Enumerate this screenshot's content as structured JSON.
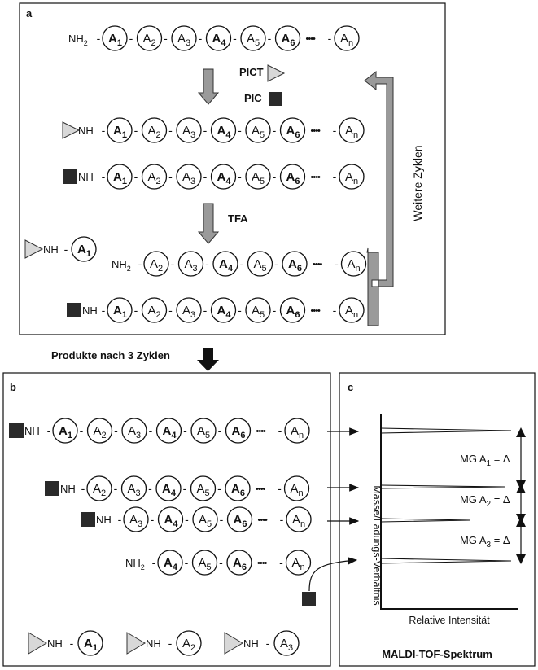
{
  "panels": {
    "a": {
      "label": "a"
    },
    "b": {
      "label": "b"
    },
    "c": {
      "label": "c"
    }
  },
  "chem": {
    "nh2": "NH",
    "nh2_sub": "2",
    "nh": "NH",
    "dash": "-",
    "dots": "••••"
  },
  "residues": {
    "A1": {
      "main": "A",
      "sub": "1"
    },
    "A2": {
      "main": "A",
      "sub": "2"
    },
    "A3": {
      "main": "A",
      "sub": "3"
    },
    "A4": {
      "main": "A",
      "sub": "4"
    },
    "A5": {
      "main": "A",
      "sub": "5"
    },
    "A6": {
      "main": "A",
      "sub": "6"
    },
    "An": {
      "main": "A",
      "sub": "n"
    }
  },
  "labels": {
    "pict": "PICT",
    "pic": "PIC",
    "tfa": "TFA",
    "weitere_zyklen": "Weitere Zyklen",
    "produkte": "Produkte nach 3 Zyklen",
    "yaxis": "Masse/Ladungs-Verhältnis",
    "xaxis": "Relative Intensität",
    "maldi": "MALDI-TOF-Spektrum"
  },
  "mass_diffs": [
    {
      "prefix": "MG A",
      "sub": "1",
      "suffix": "= Δ"
    },
    {
      "prefix": "MG A",
      "sub": "2",
      "suffix": "= Δ"
    },
    {
      "prefix": "MG A",
      "sub": "3",
      "suffix": "= Δ"
    }
  ],
  "colors": {
    "triangle_fill": "#d8d8d8",
    "square_fill": "#2a2a2a",
    "arrow_fill": "#9a9a9a"
  },
  "icons": {
    "pict_marker": "triangle-icon",
    "pic_marker": "square-icon"
  }
}
